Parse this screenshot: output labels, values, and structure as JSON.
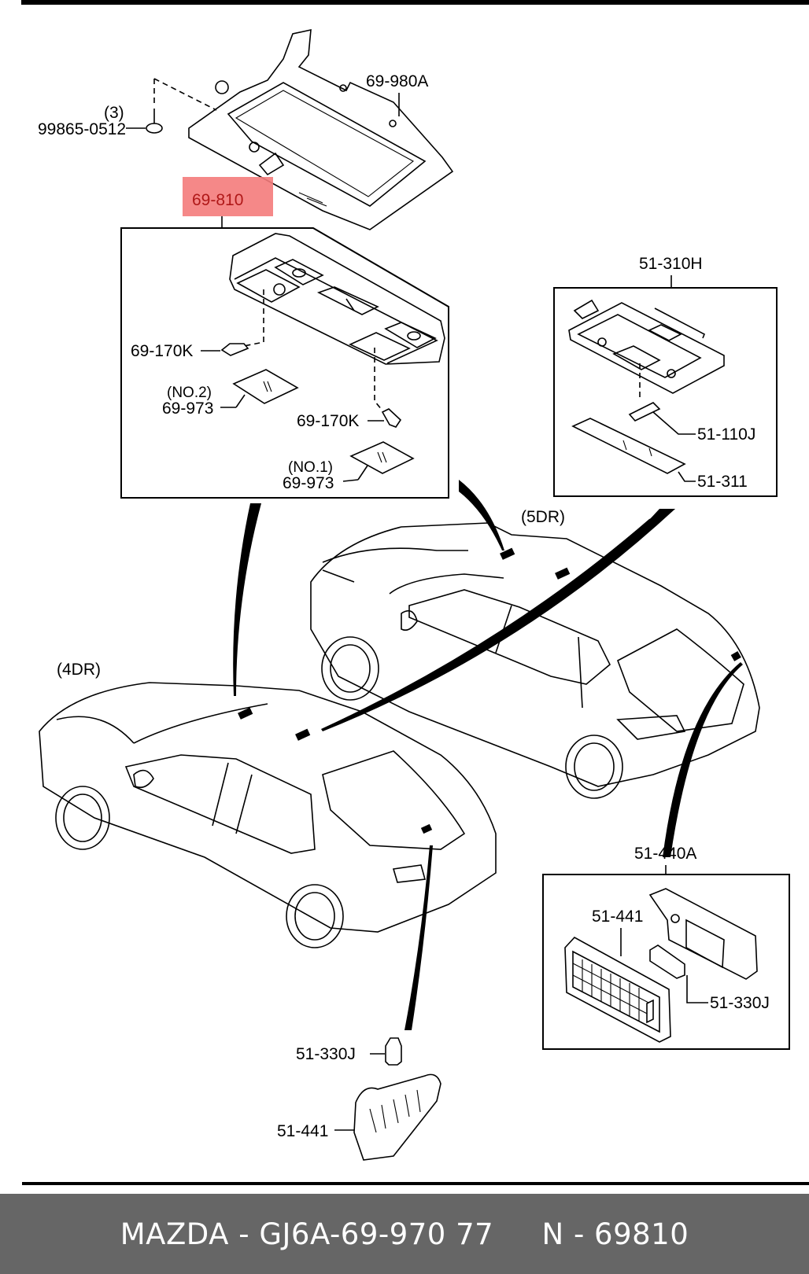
{
  "diagram": {
    "title": "Mazda interior lamp parts diagram",
    "highlight_color": "#f47b7b",
    "highlighted_part": "69-810",
    "labels": {
      "frame": "69-980A",
      "screw_qty": "(3)",
      "screw": "99865-0512",
      "console": "69-810",
      "bulb_a": "69-170K",
      "lens_no2_note": "(NO.2)",
      "lens_no2": "69-973",
      "bulb_b": "69-170K",
      "lens_no1_note": "(NO.1)",
      "lens_no1": "69-973",
      "room_lamp": "51-310H",
      "room_bulb": "51-110J",
      "room_lens": "51-311",
      "sedan_variant": "(4DR)",
      "hatch_variant": "(5DR)",
      "luggage_lamp": "51-440A",
      "luggage_lens_box": "51-441",
      "luggage_bulb_box": "51-330J",
      "trunk_bulb": "51-330J",
      "trunk_lens": "51-441"
    }
  },
  "footer": {
    "text": "MAZDA - GJ6A-69-970 77     N - 69810",
    "background": "#666666",
    "text_color": "#ffffff"
  }
}
